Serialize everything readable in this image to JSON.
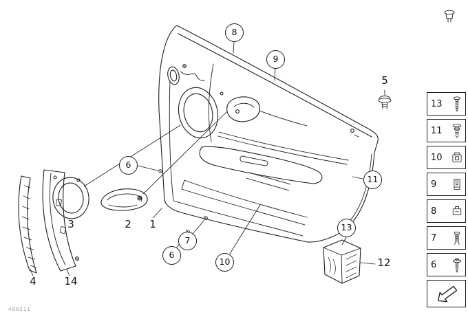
{
  "page": {
    "diagram_code": "488211"
  },
  "callouts": {
    "circled": [
      {
        "label": "8"
      },
      {
        "label": "9"
      },
      {
        "label": "6"
      },
      {
        "label": "11"
      },
      {
        "label": "13"
      },
      {
        "label": "7"
      },
      {
        "label": "6"
      },
      {
        "label": "10"
      }
    ],
    "plain": [
      {
        "label": "5"
      },
      {
        "label": "3"
      },
      {
        "label": "2"
      },
      {
        "label": "1"
      },
      {
        "label": "12"
      },
      {
        "label": "4"
      },
      {
        "label": "14"
      }
    ]
  },
  "legend": {
    "rows": [
      {
        "label": "13",
        "icon": "screw-icon"
      },
      {
        "label": "11",
        "icon": "grommet-icon"
      },
      {
        "label": "10",
        "icon": "square-nut-icon"
      },
      {
        "label": "9",
        "icon": "sheet-clip-icon"
      },
      {
        "label": "8",
        "icon": "clamp-clip-icon"
      },
      {
        "label": "7",
        "icon": "expanding-rivet-icon"
      },
      {
        "label": "6",
        "icon": "screw-washer-icon"
      }
    ],
    "nav_arrow_icon": "direction-arrow-icon"
  },
  "colors": {
    "line": "#1c1c1c",
    "background": "#ffffff"
  }
}
